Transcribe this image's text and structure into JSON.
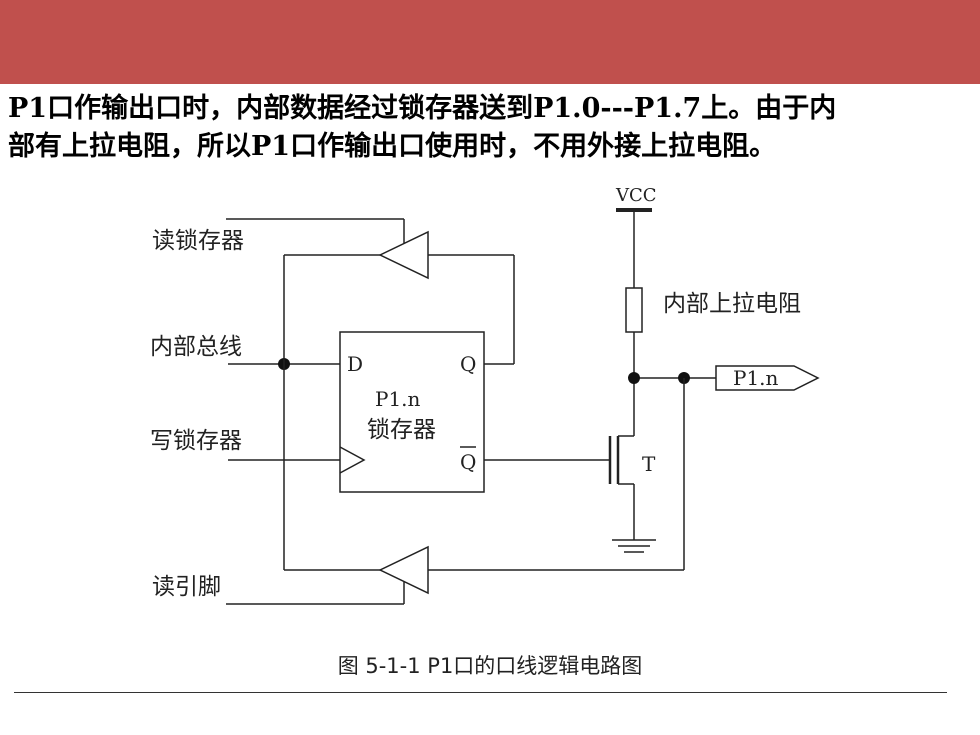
{
  "slide": {
    "paragraph_line1": "P1口作输出口时，内部数据经过锁存器送到P1.0---P1.7上。由于内",
    "paragraph_line2": "部有上拉电阻，所以P1口作输出口使用时，不用外接上拉电阻。",
    "caption": "图 5-1-1  P1口的口线逻辑电路图",
    "accent_color": "#c0504d"
  },
  "circuit": {
    "vcc": "VCC",
    "pullup": "内部上拉电阻",
    "read_latch": "读锁存器",
    "internal_bus": "内部总线",
    "write_latch": "写锁存器",
    "read_pin": "读引脚",
    "latch_d": "D",
    "latch_q": "Q",
    "latch_qbar": "Q",
    "latch_name": "P1.n",
    "latch_title": "锁存器",
    "transistor": "T",
    "output_pin": "P1.n"
  }
}
